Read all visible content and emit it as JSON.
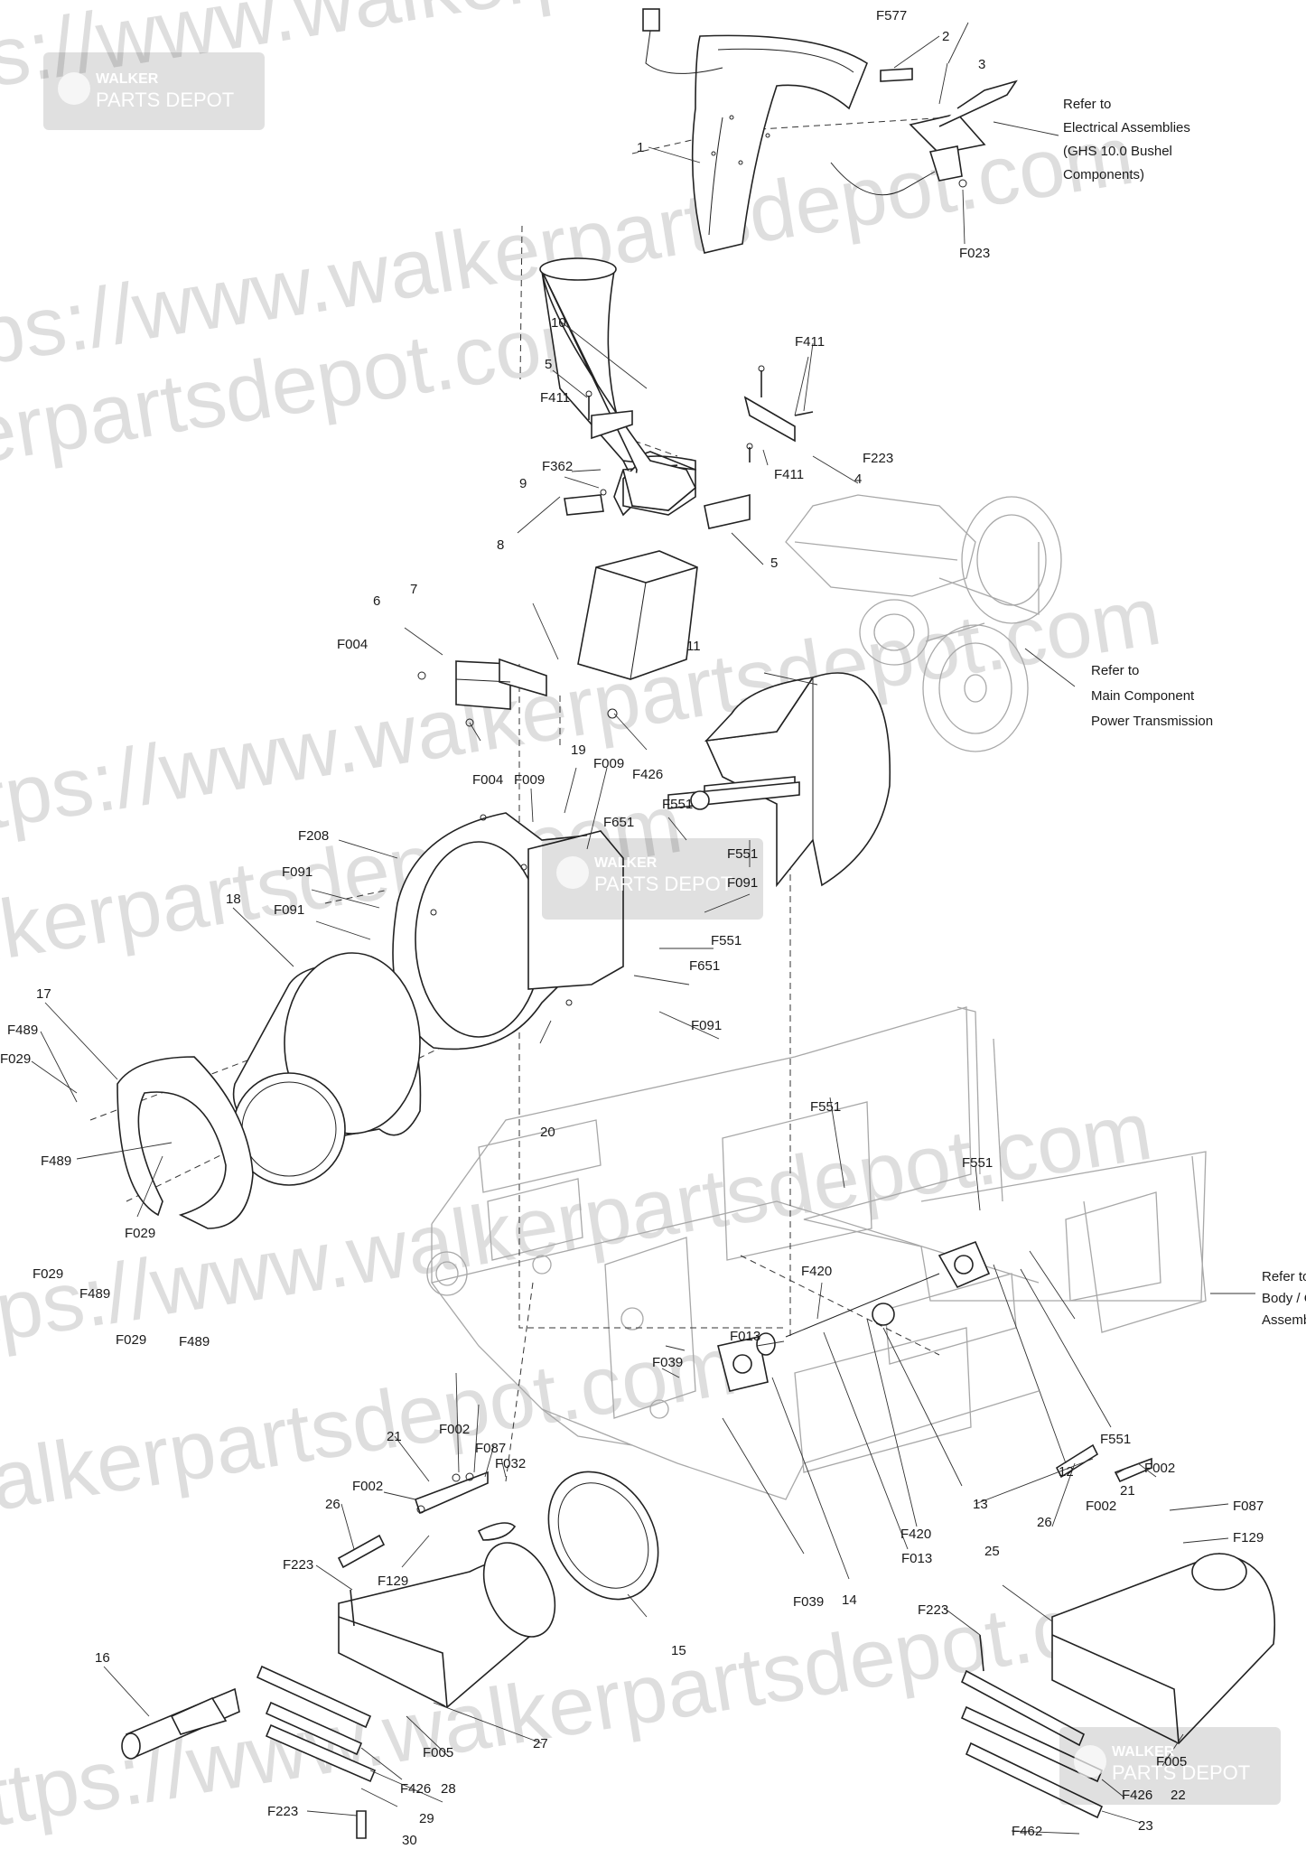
{
  "watermark": {
    "url_text": "https://www.walkerpartsdepot.com",
    "logo_line1": "WALKER",
    "logo_line2": "PARTS DEPOT"
  },
  "callouts": {
    "c1": "1",
    "c2": "2",
    "c3": "3",
    "c4": "4",
    "c5a": "5",
    "c5b": "5",
    "c6": "6",
    "c7": "7",
    "c8": "8",
    "c9": "9",
    "c10": "10",
    "c11": "11",
    "c12": "12",
    "c13": "13",
    "c14": "14",
    "c15": "15",
    "c16": "16",
    "c17": "17",
    "c18": "18",
    "c19": "19",
    "c20": "20",
    "c21a": "21",
    "c21b": "21",
    "c22": "22",
    "c23": "23",
    "c25": "25",
    "c26a": "26",
    "c26b": "26",
    "c27": "27",
    "c28": "28",
    "c29": "29",
    "c30": "30",
    "F577": "F577",
    "F023": "F023",
    "F411a": "F411",
    "F411b": "F411",
    "F411c": "F411",
    "F223a": "F223",
    "F223b": "F223",
    "F223c": "F223",
    "F223d": "F223",
    "F362": "F362",
    "F004a": "F004",
    "F004b": "F004",
    "F426a": "F426",
    "F426b": "F426",
    "F426c": "F426",
    "F009a": "F009",
    "F009b": "F009",
    "F651a": "F651",
    "F651b": "F651",
    "F551a": "F551",
    "F551b": "F551",
    "F551c": "F551",
    "F551d": "F551",
    "F551e": "F551",
    "F551f": "F551",
    "F208": "F208",
    "F091a": "F091",
    "F091b": "F091",
    "F091c": "F091",
    "F091d": "F091",
    "F489a": "F489",
    "F489b": "F489",
    "F489c": "F489",
    "F489d": "F489",
    "F029a": "F029",
    "F029b": "F029",
    "F029c": "F029",
    "F029d": "F029",
    "F420a": "F420",
    "F420b": "F420",
    "F013a": "F013",
    "F013b": "F013",
    "F039a": "F039",
    "F039b": "F039",
    "F002a": "F002",
    "F002b": "F002",
    "F002c": "F002",
    "F002d": "F002",
    "F087a": "F087",
    "F087b": "F087",
    "F032": "F032",
    "F129a": "F129",
    "F129b": "F129",
    "F005a": "F005",
    "F005b": "F005",
    "F462": "F462"
  },
  "notes": {
    "electrical": [
      "Refer to",
      "Electrical Assemblies",
      "(GHS 10.0 Bushel",
      "Components)"
    ],
    "power": [
      "Refer to",
      "Main Component",
      "Power Transmission"
    ],
    "body": [
      "Refer to",
      "Body / C",
      "Assemb"
    ]
  }
}
